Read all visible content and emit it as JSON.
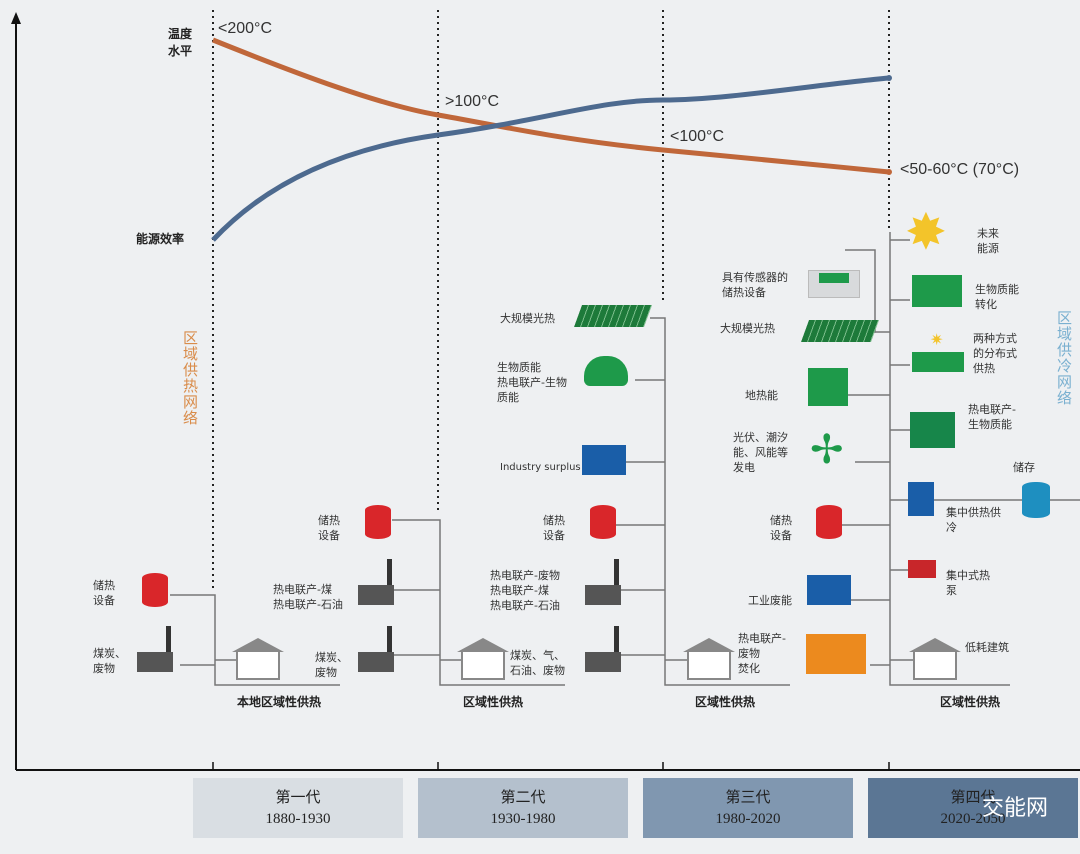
{
  "axes": {
    "temperature_label": "温度\n水平",
    "efficiency_label": "能源效率"
  },
  "temperatures": [
    "<200°C",
    ">100°C",
    "<100°C",
    "<50-60°C (70°C)"
  ],
  "network_labels": {
    "heating": "区域供热网络",
    "cooling": "区域供冷网络"
  },
  "colors": {
    "temperature_curve": "#c0673a",
    "efficiency_curve": "#4d6a8f",
    "storage": "#d9262a",
    "green": "#1e9a4a",
    "blue": "#1a5ea8"
  },
  "gen1": {
    "items": [
      "储热\n设备",
      "煤炭、\n废物"
    ],
    "title": "本地区域性供热"
  },
  "gen2": {
    "items": [
      "储热\n设备",
      "热电联产-煤\n热电联产-石油",
      "煤炭、\n废物"
    ],
    "title": "区域性供热"
  },
  "gen3": {
    "items": [
      "大规模光热",
      "生物质能\n热电联产-生物\n质能",
      "Industry surplus",
      "储热\n设备",
      "热电联产-废物\n热电联产-煤\n热电联产-石油",
      "煤炭、气、\n石油、废物"
    ],
    "title": "区域性供热"
  },
  "gen4": {
    "left": [
      "具有传感器的\n储热设备",
      "大规模光热",
      "地热能",
      "光伏、潮汐\n能、风能等\n发电",
      "储热\n设备",
      "工业废能",
      "热电联产-\n废物\n焚化"
    ],
    "right": [
      "未来\n能源",
      "生物质能\n转化",
      "两种方式\n的分布式\n供热",
      "热电联产-\n生物质能",
      "储存",
      "集中供热供\n冷",
      "集中式热\n泵",
      "低耗建筑"
    ],
    "title": "区域性供热"
  },
  "generations": [
    {
      "name": "第一代",
      "years": "1880-1930"
    },
    {
      "name": "第二代",
      "years": "1930-1980"
    },
    {
      "name": "第三代",
      "years": "1980-2020"
    },
    {
      "name": "第四代",
      "years": "2020-2050"
    }
  ],
  "watermark": "交能网"
}
